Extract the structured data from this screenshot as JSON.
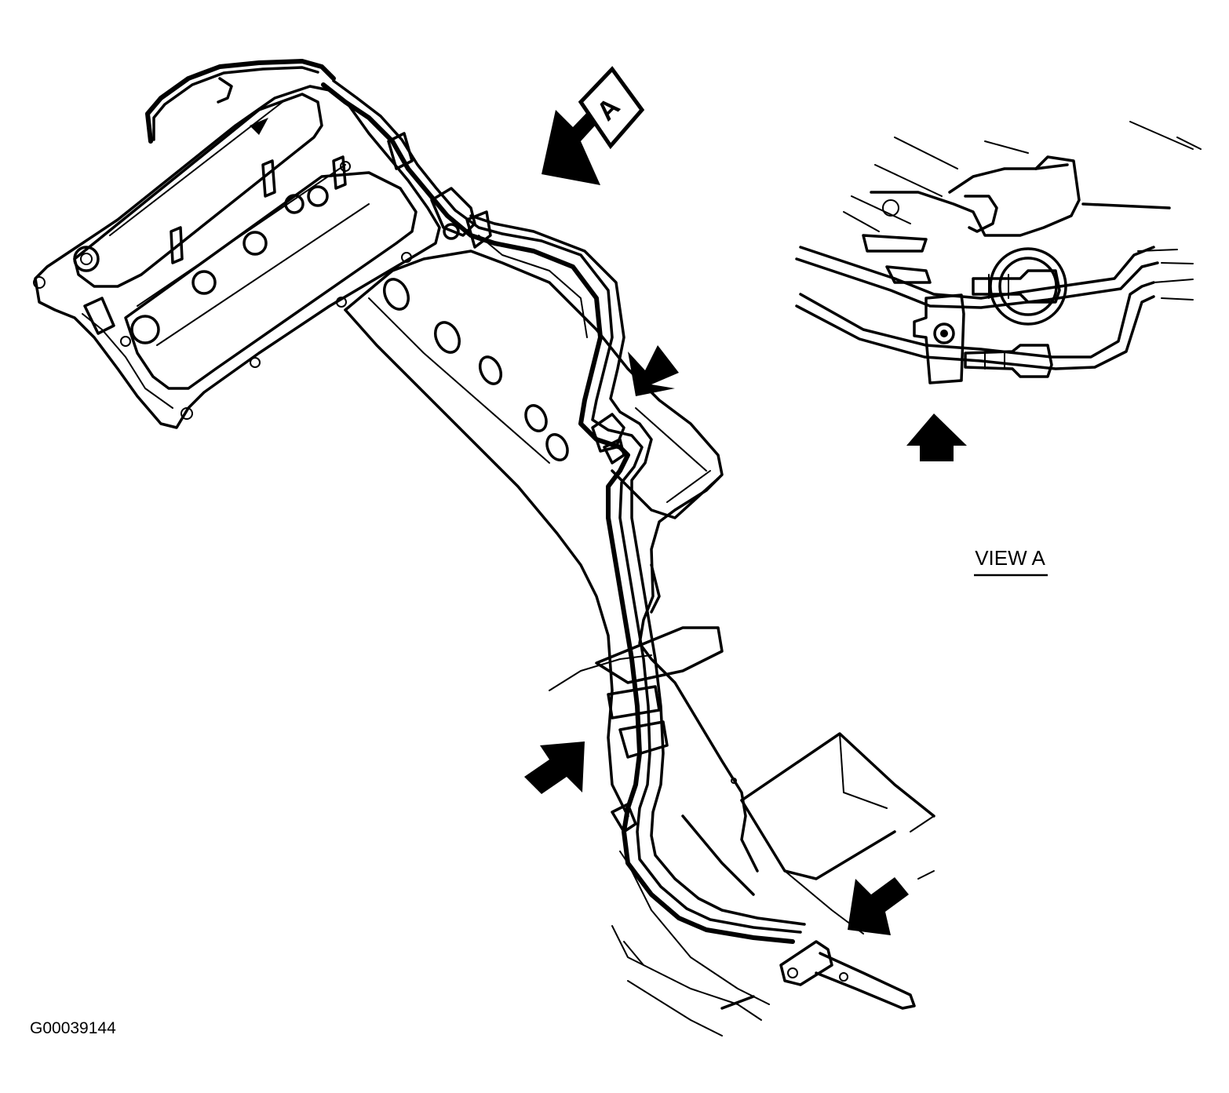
{
  "callout_label": "A",
  "view_label": "VIEW A",
  "figure_id": "G00039144",
  "colors": {
    "ink": "#000000",
    "paper": "#ffffff"
  }
}
